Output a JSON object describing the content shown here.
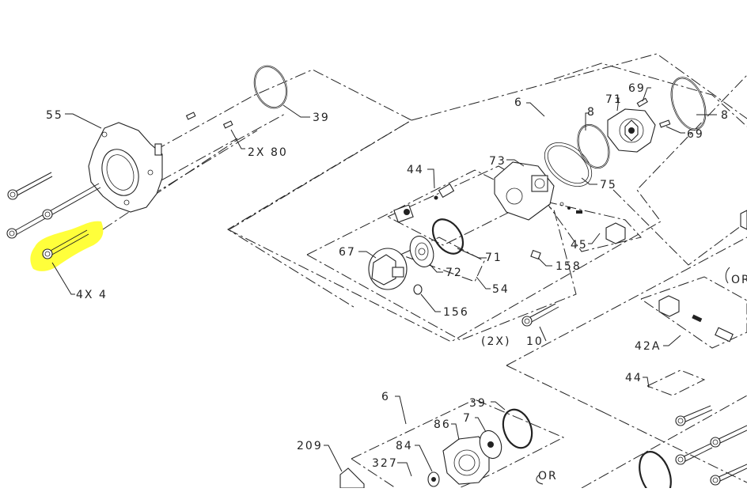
{
  "diagram": {
    "title": "Exploded parts diagram",
    "highlight_color": "#ffff30",
    "line_color": "#222222",
    "background": "#ffffff",
    "highlighted_callout": "4X 4",
    "callouts": {
      "c55": "55",
      "c39a": "39",
      "c2x80": "2X 80",
      "c4x4": "4X 4",
      "c6a": "6",
      "c8a": "8",
      "c71a": "71",
      "c69a": "69",
      "c8b": "8",
      "c69b": "69",
      "c73": "73",
      "c75": "75",
      "c44a": "44",
      "c45": "45",
      "c67": "67",
      "c71b": "71",
      "c72": "72",
      "c54": "54",
      "c158": "158",
      "c156": "156",
      "c2x": "(2X)",
      "c10": "10",
      "c42a": "42A",
      "c44b": "44",
      "cOR1": "OR",
      "c6b": "6",
      "c39b": "39",
      "c86": "86",
      "c7": "7",
      "c84": "84",
      "c209": "209",
      "c327": "327",
      "cOR2": "OR"
    }
  }
}
